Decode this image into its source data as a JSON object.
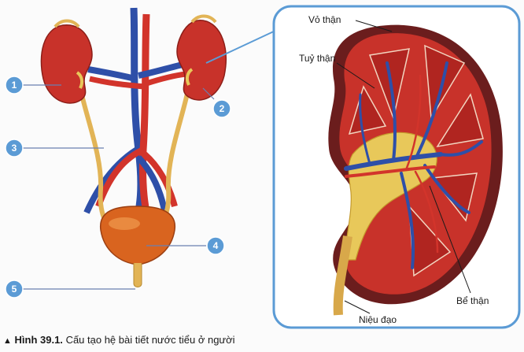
{
  "callouts": {
    "n1": "1",
    "n2": "2",
    "n3": "3",
    "n4": "4",
    "n5": "5"
  },
  "labels": {
    "capsule": "Vỏ thận",
    "medulla": "Tuỷ thận",
    "pelvis": "Bể thận",
    "ureter": "Niệu đạo"
  },
  "caption": {
    "marker": "▲",
    "number": "Hình 39.1.",
    "text": "Cấu tạo hệ bài tiết nước tiểu ở người"
  },
  "colors": {
    "callout_fill": "#5b9bd5",
    "kidney": "#c8322a",
    "vein": "#2e4fa8",
    "artery": "#d2342b",
    "ureter": "#e2b456",
    "bladder": "#d9641f",
    "capsule": "#6b1d1d",
    "pelvis": "#e8c85a"
  }
}
